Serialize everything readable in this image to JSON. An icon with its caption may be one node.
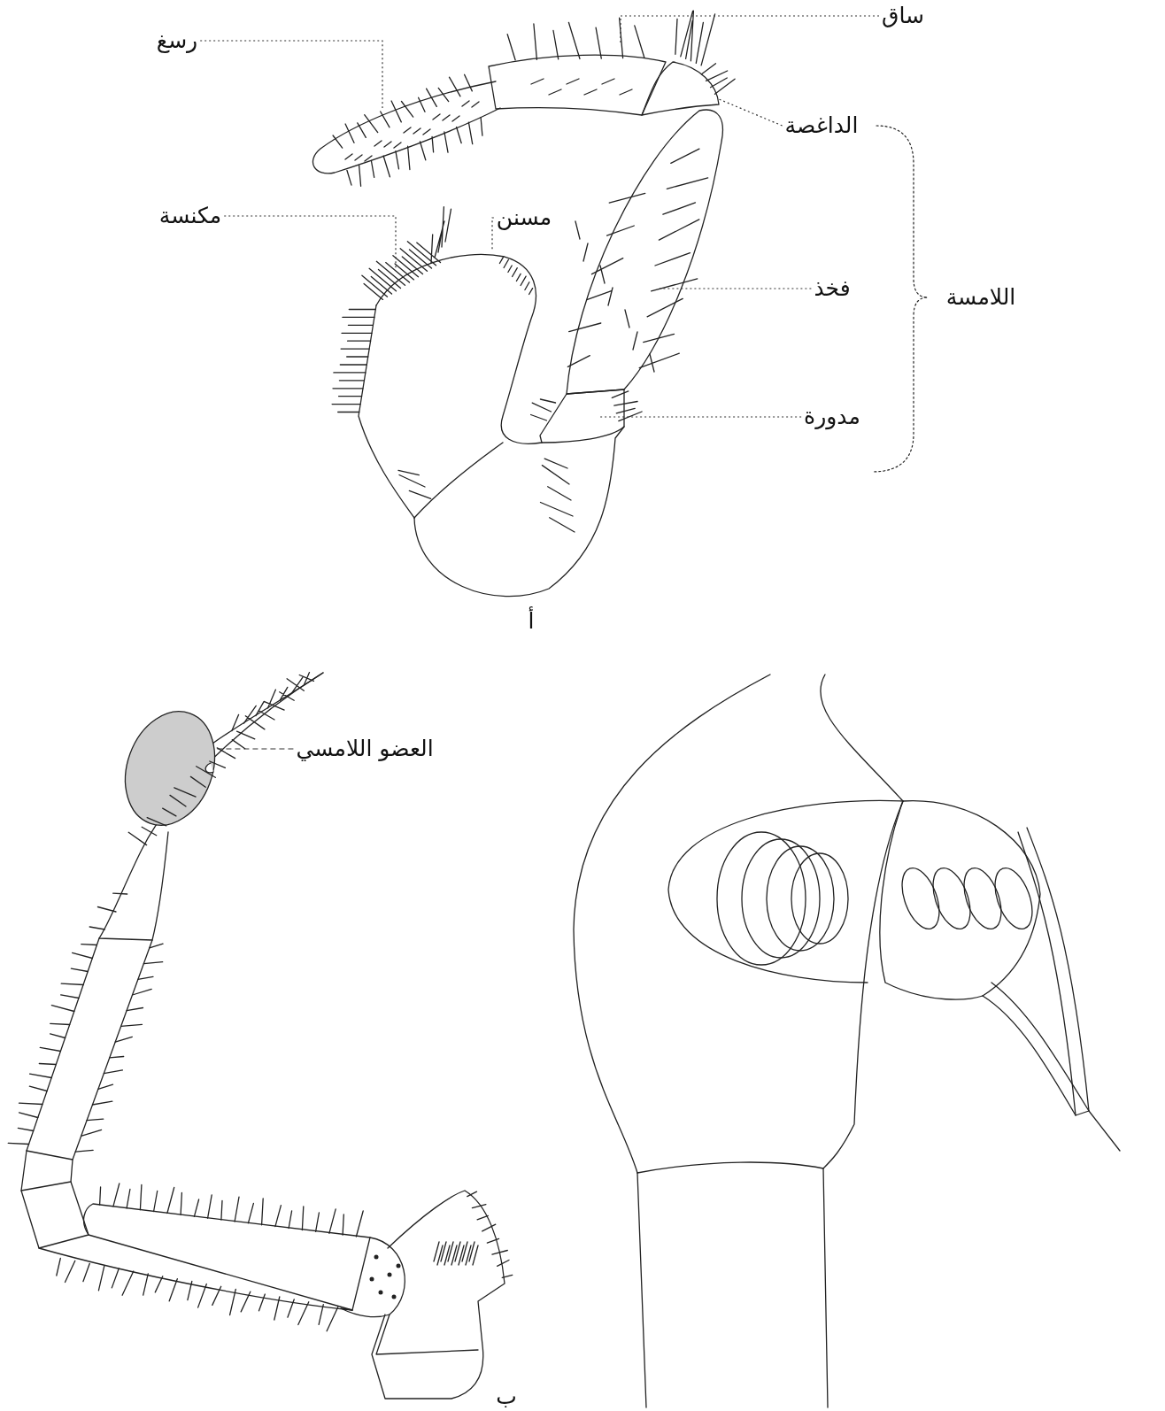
{
  "diagram": {
    "nodes": [
      {
        "text": [
          "رسغ"
        ]
      },
      {
        "text": [
          "ساق"
        ]
      },
      {
        "text": [
          "الداغصة"
        ]
      },
      {
        "text": [
          "مكنسة"
        ]
      },
      {
        "text": [
          "مسنن"
        ]
      },
      {
        "text": [
          "فخذ"
        ]
      },
      {
        "text": [
          "مدورة"
        ]
      },
      {
        "text": [
          "اللامسة"
        ]
      },
      {
        "text": [
          "العضو اللامسي"
        ]
      }
    ],
    "edges": [
      {
        "from": 0,
        "to": null,
        "arrow": "none"
      },
      {
        "from": 1,
        "to": null,
        "arrow": "none"
      },
      {
        "from": 2,
        "to": null,
        "arrow": "none"
      },
      {
        "from": 3,
        "to": null,
        "arrow": "none"
      },
      {
        "from": 4,
        "to": null,
        "arrow": "none"
      },
      {
        "from": 5,
        "to": null,
        "arrow": "none"
      },
      {
        "from": 6,
        "to": null,
        "arrow": "none"
      },
      {
        "from": 8,
        "to": null,
        "arrow": "none",
        "style": "dashed"
      }
    ],
    "labels": [
      "أ",
      "ب"
    ]
  }
}
